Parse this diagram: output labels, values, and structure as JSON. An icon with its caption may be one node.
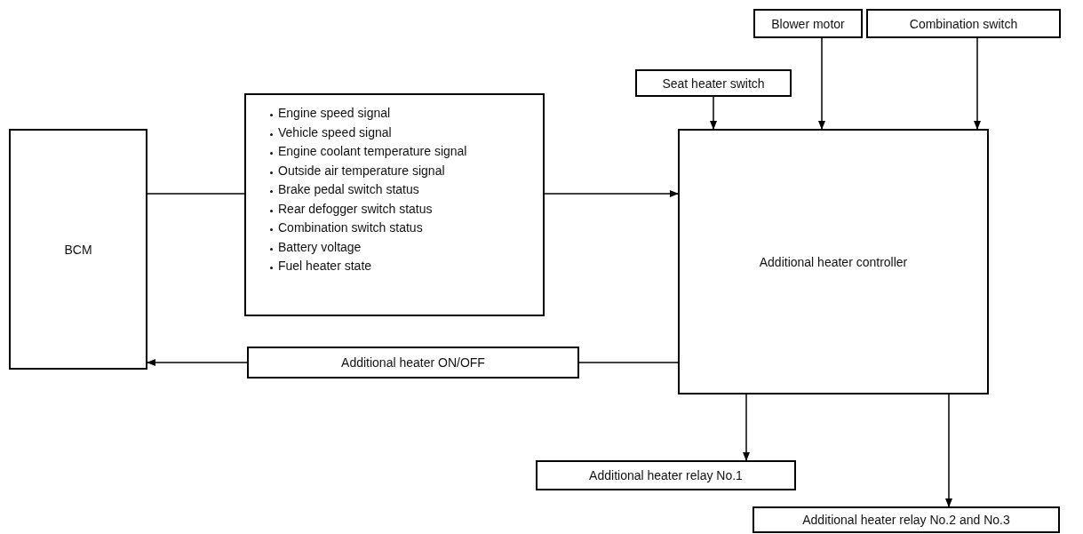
{
  "diagram": {
    "nodes": [
      {
        "text": [
          "BCM"
        ]
      },
      {
        "text": [
          "Engine speed signal",
          "Vehicle speed signal",
          "Engine coolant temperature signal",
          "Outside air temperature signal",
          "Brake pedal switch status",
          "Rear defogger switch status",
          "Combination switch status",
          "Battery voltage",
          "Fuel heater state"
        ]
      },
      {
        "text": [
          "Additional heater ON/OFF"
        ]
      },
      {
        "text": [
          "Additional heater controller"
        ]
      },
      {
        "text": [
          "Seat heater switch"
        ]
      },
      {
        "text": [
          "Blower motor"
        ]
      },
      {
        "text": [
          "Combination switch"
        ]
      },
      {
        "text": [
          "Additional heater relay No.1"
        ]
      },
      {
        "text": [
          "Additional heater relay No.2 and No.3"
        ]
      }
    ],
    "edges": [
      {
        "from": 0,
        "to": 1,
        "arrow": "none"
      },
      {
        "from": 1,
        "to": 3,
        "arrow": "to"
      },
      {
        "from": 3,
        "to": 2,
        "arrow": "none"
      },
      {
        "from": 2,
        "to": 0,
        "arrow": "to"
      },
      {
        "from": 4,
        "to": 3,
        "arrow": "to"
      },
      {
        "from": 5,
        "to": 3,
        "arrow": "to"
      },
      {
        "from": 6,
        "to": 3,
        "arrow": "to"
      },
      {
        "from": 3,
        "to": 7,
        "arrow": "to"
      },
      {
        "from": 3,
        "to": 8,
        "arrow": "to"
      }
    ]
  }
}
